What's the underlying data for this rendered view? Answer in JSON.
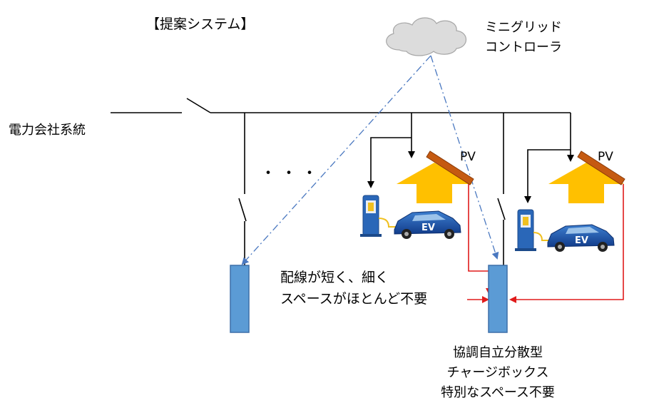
{
  "title": "【提案システム】",
  "controller_label": [
    "ミニグリッド",
    "コントローラ"
  ],
  "grid_label": "電力会社系統",
  "ellipsis": "・ ・ ・",
  "pv_label": "PV",
  "ev_label": "EV",
  "note_lines": [
    "配線が短く、細く",
    "スペースがほとんど不要"
  ],
  "box_caption_lines": [
    "協調自立分散型",
    "チャージボックス",
    "特別なスペース不要"
  ],
  "colors": {
    "line": "#000000",
    "dashdot": "#4a78c0",
    "box_fill": "#5b9bd5",
    "box_stroke": "#3d6fa8",
    "red_wire": "#e01b1b",
    "house": "#ffc000",
    "panel": "#c55a11",
    "cloud": "#dcdcdc"
  }
}
